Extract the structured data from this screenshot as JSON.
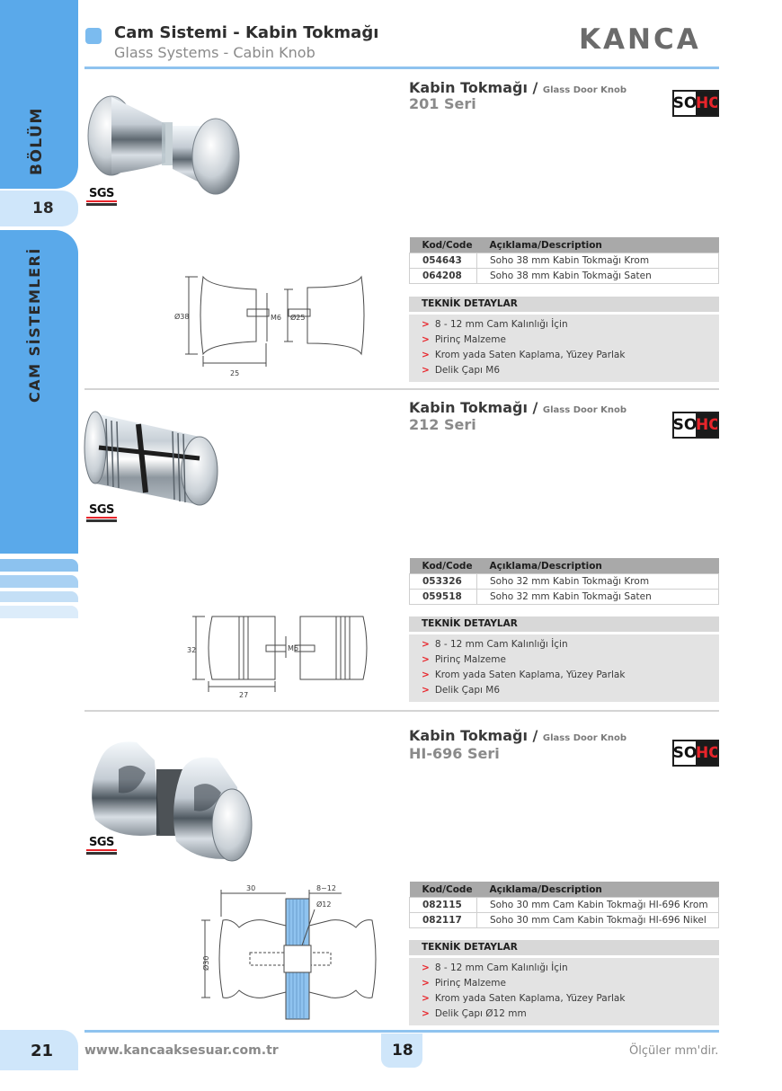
{
  "header": {
    "title": "Cam Sistemi - Kabin Tokmağı",
    "subtitle": "Glass Systems - Cabin Knob",
    "brand": "KANCA"
  },
  "sidebar": {
    "section_label": "BÖLÜM",
    "section_number": "18",
    "category_label": "CAM SİSTEMLERİ"
  },
  "table_headers": {
    "code": "Kod/Code",
    "description": "Açıklama/Description",
    "tech_title": "TEKNİK DETAYLAR"
  },
  "products": [
    {
      "title": "Kabin Tokmağı /",
      "title_en": "Glass Door Knob",
      "series": "201 Seri",
      "brand_so": "SO",
      "brand_ho": "HO",
      "cert": "SGS",
      "rows": [
        {
          "code": "054643",
          "description": "Soho 38 mm Kabin Tokmağı Krom"
        },
        {
          "code": "064208",
          "description": "Soho 38 mm Kabin Tokmağı Saten"
        }
      ],
      "details": [
        "8 - 12 mm Cam Kalınlığı İçin",
        "Pirinç Malzeme",
        "Krom yada Saten Kaplama, Yüzey Parlak",
        "Delik Çapı M6"
      ],
      "dims": {
        "d1": "Ø38",
        "d2": "M6",
        "d3": "Ø25",
        "w": "25"
      }
    },
    {
      "title": "Kabin Tokmağı /",
      "title_en": "Glass Door Knob",
      "series": "212 Seri",
      "brand_so": "SO",
      "brand_ho": "HO",
      "cert": "SGS",
      "rows": [
        {
          "code": "053326",
          "description": "Soho 32 mm Kabin Tokmağı Krom"
        },
        {
          "code": "059518",
          "description": "Soho 32 mm Kabin Tokmağı Saten"
        }
      ],
      "details": [
        "8 - 12 mm Cam Kalınlığı İçin",
        "Pirinç Malzeme",
        "Krom yada Saten Kaplama, Yüzey Parlak",
        "Delik Çapı M6"
      ],
      "dims": {
        "h": "32",
        "d2": "M6",
        "w": "27"
      }
    },
    {
      "title": "Kabin Tokmağı /",
      "title_en": "Glass Door Knob",
      "series": "HI-696 Seri",
      "brand_so": "SO",
      "brand_ho": "HO",
      "cert": "SGS",
      "rows": [
        {
          "code": "082115",
          "description": "Soho 30 mm Cam Kabin Tokmağı HI-696 Krom"
        },
        {
          "code": "082117",
          "description": "Soho 30 mm Cam Kabin Tokmağı HI-696 Nikel"
        }
      ],
      "details": [
        "8 - 12 mm Cam Kalınlığı İçin",
        "Pirinç Malzeme",
        "Krom yada Saten Kaplama, Yüzey Parlak",
        "Delik Çapı Ø12 mm"
      ],
      "dims": {
        "w": "30",
        "glass": "8~12",
        "hole": "Ø12",
        "d": "Ø30"
      }
    }
  ],
  "footer": {
    "page": "21",
    "url": "www.kancaaksesuar.com.tr",
    "section": "18",
    "note": "Ölçüler mm'dir."
  },
  "colors": {
    "accent": "#5aa9ea",
    "accent_light": "#cfe6fa",
    "red": "#e8252b"
  }
}
